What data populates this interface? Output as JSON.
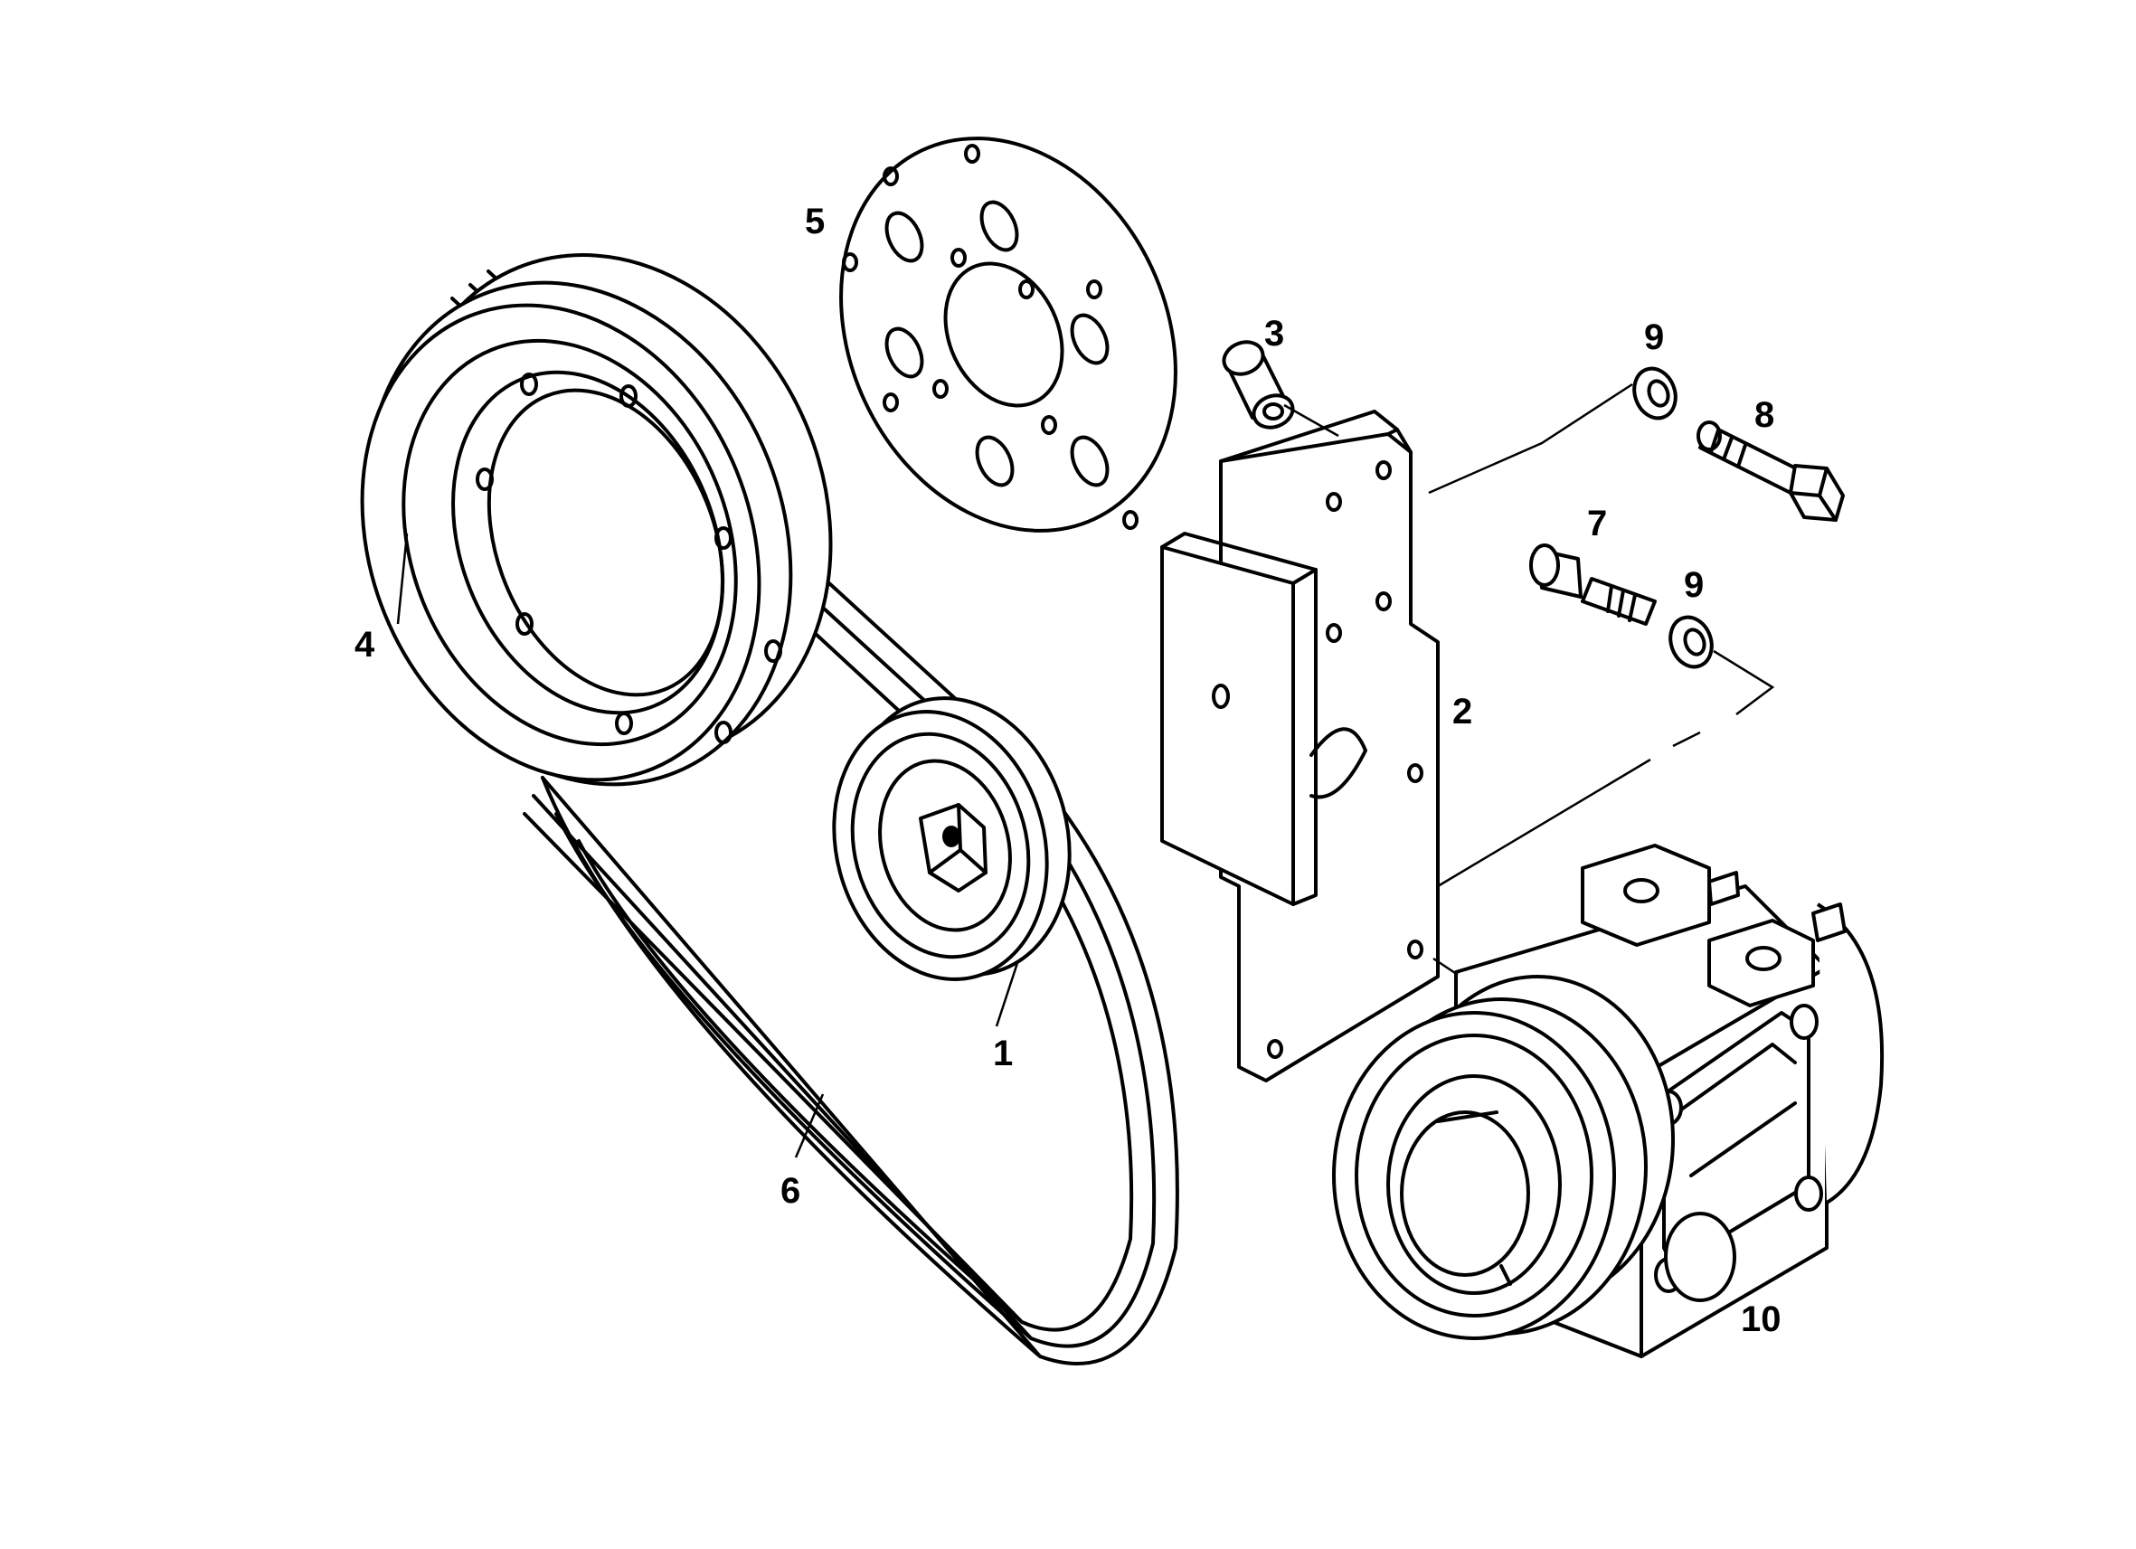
{
  "diagram": {
    "labels": {
      "l1": "1",
      "l2": "2",
      "l3": "3",
      "l4": "4",
      "l5": "5",
      "l6": "6",
      "l7": "7",
      "l8": "8",
      "l9a": "9",
      "l9b": "9",
      "l10": "10"
    },
    "parts": {
      "p1": "idler-pulley",
      "p2": "mounting-bracket",
      "p3": "spacer-bushing",
      "p4": "crankshaft-pulley",
      "p5": "adapter-flange-plate",
      "p6": "v-belt",
      "p7": "bolt",
      "p8": "bolt",
      "p9": "washer",
      "p10": "compressor"
    },
    "stroke_color": "#000000",
    "background_color": "#ffffff"
  }
}
